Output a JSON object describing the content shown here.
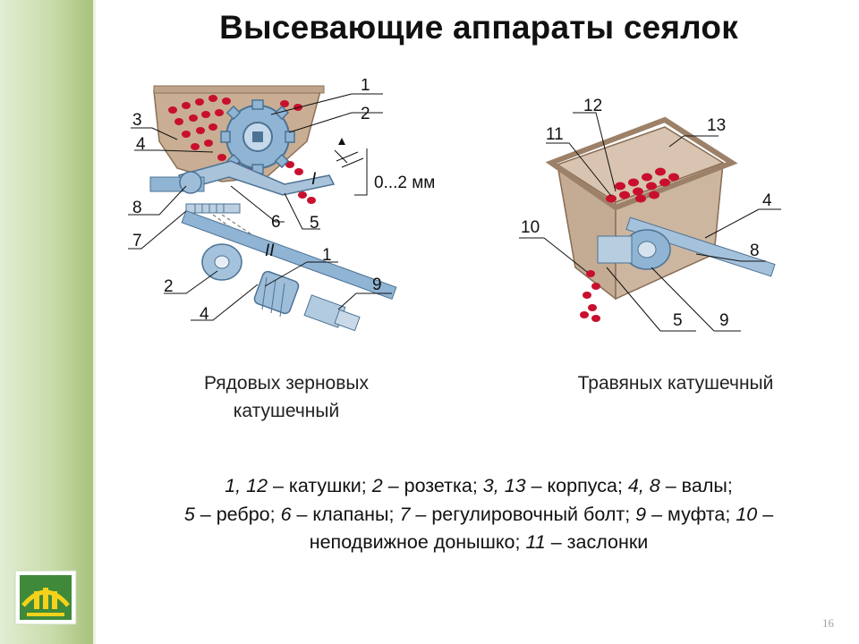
{
  "title": "Высевающие аппараты сеялок",
  "figure_left": {
    "labels": [
      "1",
      "2",
      "3",
      "4",
      "8",
      "7",
      "6",
      "5",
      "I",
      "II",
      "1",
      "2",
      "4",
      "9"
    ],
    "gap_label": "0...2 мм"
  },
  "figure_right": {
    "labels": [
      "12",
      "13",
      "11",
      "4",
      "10",
      "8",
      "5",
      "9"
    ]
  },
  "caption_left": {
    "line1": "Рядовых зерновых",
    "line2": "катушечный"
  },
  "caption_right": "Травяных катушечный",
  "legend": {
    "line1": [
      [
        "1, 12",
        " – катушки; "
      ],
      [
        "2",
        " – розетка; "
      ],
      [
        "3, 13",
        " – корпуса; "
      ],
      [
        "4, 8",
        " – валы;"
      ]
    ],
    "line2": [
      [
        "5",
        " – ребро; "
      ],
      [
        "6",
        " – клапаны; "
      ],
      [
        "7",
        " – регулировочный болт; "
      ],
      [
        "9",
        " – муфта; "
      ],
      [
        "10",
        " –"
      ]
    ],
    "line3": [
      [
        "",
        "неподвижное донышко; "
      ],
      [
        "11",
        " – заслонки"
      ]
    ]
  },
  "page_number": "16",
  "colors": {
    "sidebar": "#b9d08f",
    "seed": "#c8102e",
    "metal": "#7aa6c8",
    "housing": "#c9b29a"
  }
}
